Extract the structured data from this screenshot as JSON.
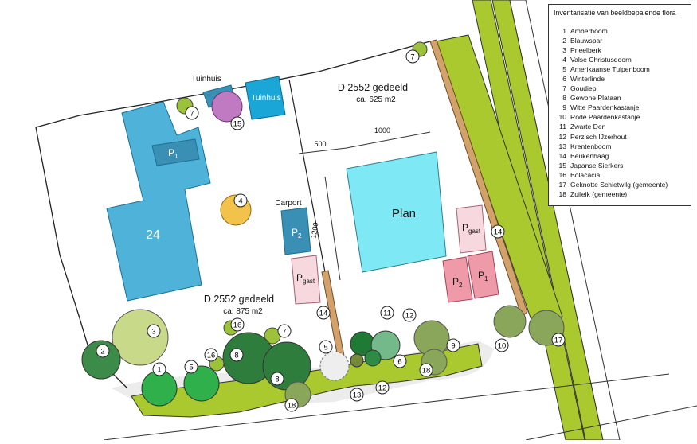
{
  "legend": {
    "title": "Inventarisatie van beeldbepalende flora",
    "items": [
      {
        "num": "1",
        "name": "Amberboom"
      },
      {
        "num": "2",
        "name": "Blauwspar"
      },
      {
        "num": "3",
        "name": "Prieelberk"
      },
      {
        "num": "4",
        "name": "Valse Christusdoorn"
      },
      {
        "num": "5",
        "name": "Amerikaanse Tulpenboom"
      },
      {
        "num": "6",
        "name": "Winterlinde"
      },
      {
        "num": "7",
        "name": "Goudiep"
      },
      {
        "num": "8",
        "name": "Gewone Plataan"
      },
      {
        "num": "9",
        "name": "Witte Paardenkastanje"
      },
      {
        "num": "10",
        "name": "Rode Paardenkastanje"
      },
      {
        "num": "11",
        "name": "Zwarte Den"
      },
      {
        "num": "12",
        "name": "Perzisch IJzerhout"
      },
      {
        "num": "13",
        "name": "Krentenboom"
      },
      {
        "num": "14",
        "name": "Beukenhaag"
      },
      {
        "num": "15",
        "name": "Japanse Sierkers"
      },
      {
        "num": "16",
        "name": "Bolacacia"
      },
      {
        "num": "17",
        "name": "Geknotte Schietwilg (gemeente)"
      },
      {
        "num": "18",
        "name": "Zuileik (gemeente)"
      }
    ]
  },
  "lots": {
    "east": {
      "title": "D 2552 gedeeld",
      "area": "ca. 625 m2"
    },
    "west": {
      "title": "D 2552 gedeeld",
      "area": "ca. 875 m2"
    }
  },
  "buildings": {
    "house_number": "24",
    "p1": "P",
    "p1_sub": "1",
    "tuinhuis_label": "Tuinhuis",
    "tuinhuis_box": "Tuinhuis",
    "carport_label": "Carport",
    "p2": "P",
    "p2_sub": "2",
    "pgast": "P",
    "pgast_sub": "gast",
    "plan": "Plan"
  },
  "dimensions": {
    "d500": "500",
    "d1000": "1000",
    "d1200": "1200"
  },
  "markers": [
    "1",
    "2",
    "3",
    "4",
    "5",
    "6",
    "7",
    "7",
    "7",
    "8",
    "8",
    "9",
    "10",
    "11",
    "12",
    "12",
    "13",
    "14",
    "14",
    "15",
    "16",
    "16",
    "17",
    "18",
    "18"
  ],
  "colors": {
    "building": "#4fb3d9",
    "parking_blue": "#3a8fb5",
    "plan": "#7ee8f5",
    "pgast": "#f7d8de",
    "parking_red": "#ee9aa8",
    "verge": "#a9c92e",
    "hedge": "#d3a26a"
  }
}
